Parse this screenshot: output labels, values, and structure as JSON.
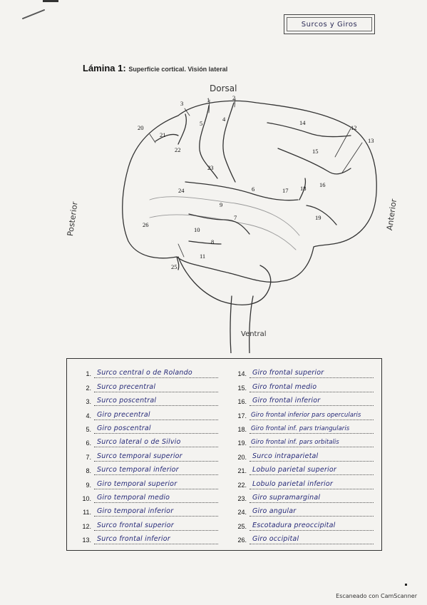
{
  "header_tag": "Surcos y Giros",
  "title": {
    "bold": "Lámina 1:",
    "subtitle": "Superficie cortical. Visión lateral"
  },
  "directions": {
    "dorsal": "Dorsal",
    "ventral": "Ventral",
    "posterior": "Posterior",
    "anterior": "Anterior"
  },
  "answers_left": [
    {
      "num": "1.",
      "text": "Surco central o de Rolando"
    },
    {
      "num": "2.",
      "text": "Surco precentral"
    },
    {
      "num": "3.",
      "text": "Surco poscentral"
    },
    {
      "num": "4.",
      "text": "Giro precentral"
    },
    {
      "num": "5.",
      "text": "Giro poscentral"
    },
    {
      "num": "6.",
      "text": "Surco lateral o de Silvio"
    },
    {
      "num": "7.",
      "text": "Surco temporal superior"
    },
    {
      "num": "8.",
      "text": "Surco temporal inferior"
    },
    {
      "num": "9.",
      "text": "Giro temporal superior"
    },
    {
      "num": "10.",
      "text": "Giro temporal medio"
    },
    {
      "num": "11.",
      "text": "Giro temporal inferior"
    },
    {
      "num": "12.",
      "text": "Surco frontal superior"
    },
    {
      "num": "13.",
      "text": "Surco frontal inferior"
    }
  ],
  "answers_right": [
    {
      "num": "14.",
      "text": "Giro frontal superior"
    },
    {
      "num": "15.",
      "text": "Giro frontal medio"
    },
    {
      "num": "16.",
      "text": "Giro frontal inferior"
    },
    {
      "num": "17.",
      "text": "Giro frontal inferior pars opercularis"
    },
    {
      "num": "18.",
      "text": "Giro frontal inf. pars triangularis"
    },
    {
      "num": "19.",
      "text": "Giro frontal inf. pars orbitalis"
    },
    {
      "num": "20.",
      "text": "Surco intraparietal"
    },
    {
      "num": "21.",
      "text": "Lobulo parietal superior"
    },
    {
      "num": "22.",
      "text": "Lobulo parietal inferior"
    },
    {
      "num": "23.",
      "text": "Giro supramarginal"
    },
    {
      "num": "24.",
      "text": "Giro angular"
    },
    {
      "num": "25.",
      "text": "Escotadura preoccipital"
    },
    {
      "num": "26.",
      "text": "Giro occipital"
    }
  ],
  "diagram_labels": [
    {
      "n": "1"
    },
    {
      "n": "2"
    },
    {
      "n": "3"
    },
    {
      "n": "4"
    },
    {
      "n": "5"
    },
    {
      "n": "6"
    },
    {
      "n": "7"
    },
    {
      "n": "8"
    },
    {
      "n": "9"
    },
    {
      "n": "10"
    },
    {
      "n": "11"
    },
    {
      "n": "12"
    },
    {
      "n": "13"
    },
    {
      "n": "14"
    },
    {
      "n": "15"
    },
    {
      "n": "16"
    },
    {
      "n": "17"
    },
    {
      "n": "18"
    },
    {
      "n": "19"
    },
    {
      "n": "20"
    },
    {
      "n": "21"
    },
    {
      "n": "22"
    },
    {
      "n": "23"
    },
    {
      "n": "24"
    },
    {
      "n": "25"
    },
    {
      "n": "26"
    }
  ],
  "footer": "Escaneado con CamScanner",
  "colors": {
    "ink": "#262a78",
    "print": "#222222",
    "paper": "#f4f3f0"
  }
}
